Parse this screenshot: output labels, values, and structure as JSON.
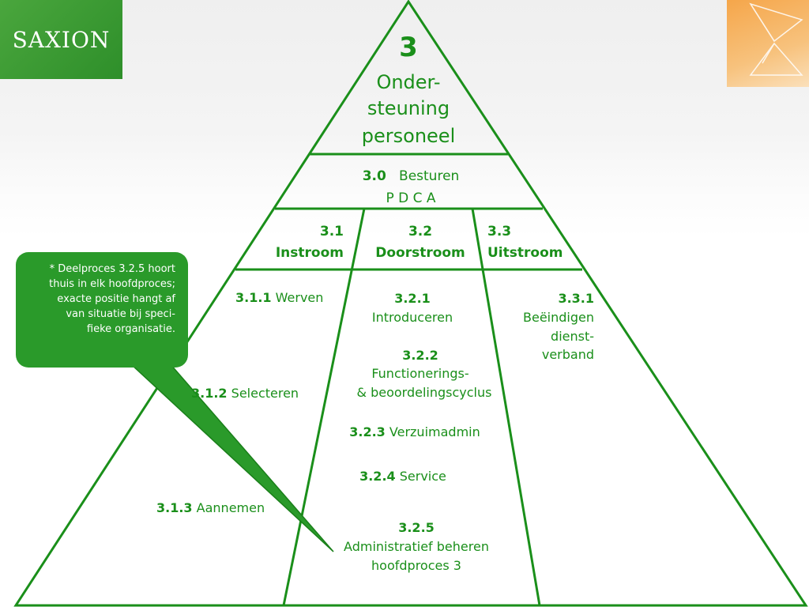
{
  "logo": {
    "text": "SAXION"
  },
  "apex": {
    "number": "3",
    "line1": "Onder-",
    "line2": "steuning",
    "line3": "personeel"
  },
  "besturen": {
    "number": "3.0",
    "label": "Besturen",
    "sub": "P D C A"
  },
  "columns": [
    {
      "number": "3.1",
      "label": "Instroom"
    },
    {
      "number": "3.2",
      "label": "Doorstroom"
    },
    {
      "number": "3.3",
      "label": "Uitstroom"
    }
  ],
  "instroom": [
    {
      "number": "3.1.1",
      "label": "Werven"
    },
    {
      "number": "3.1.2",
      "label": "Selecteren"
    },
    {
      "number": "3.1.3",
      "label": "Aannemen"
    }
  ],
  "doorstroom": [
    {
      "number": "3.2.1",
      "label": "Introduceren"
    },
    {
      "number": "3.2.2",
      "label": "Functionerings-",
      "label2": "& beoordelingscyclus"
    },
    {
      "number": "3.2.3",
      "label": "Verzuimadmin"
    },
    {
      "number": "3.2.4",
      "label": "Service"
    },
    {
      "number": "3.2.5",
      "label": "Administratief beheren",
      "label2": "hoofdproces 3"
    }
  ],
  "uitstroom": [
    {
      "number": "3.3.1",
      "label": "Beëindigen",
      "label2": "dienst-",
      "label3": "verband"
    }
  ],
  "callout": {
    "text": "* Deelproces 3.2.5 hoort\nthuis in  elk hoofdproces;\nexacte positie hangt af\nvan situatie bij speci-\nfieke organisatie."
  },
  "colors": {
    "green": "#1a8f1a",
    "callout": "#2a9a2a",
    "logo": "#3d9a35",
    "orange": "#f5a64a"
  }
}
